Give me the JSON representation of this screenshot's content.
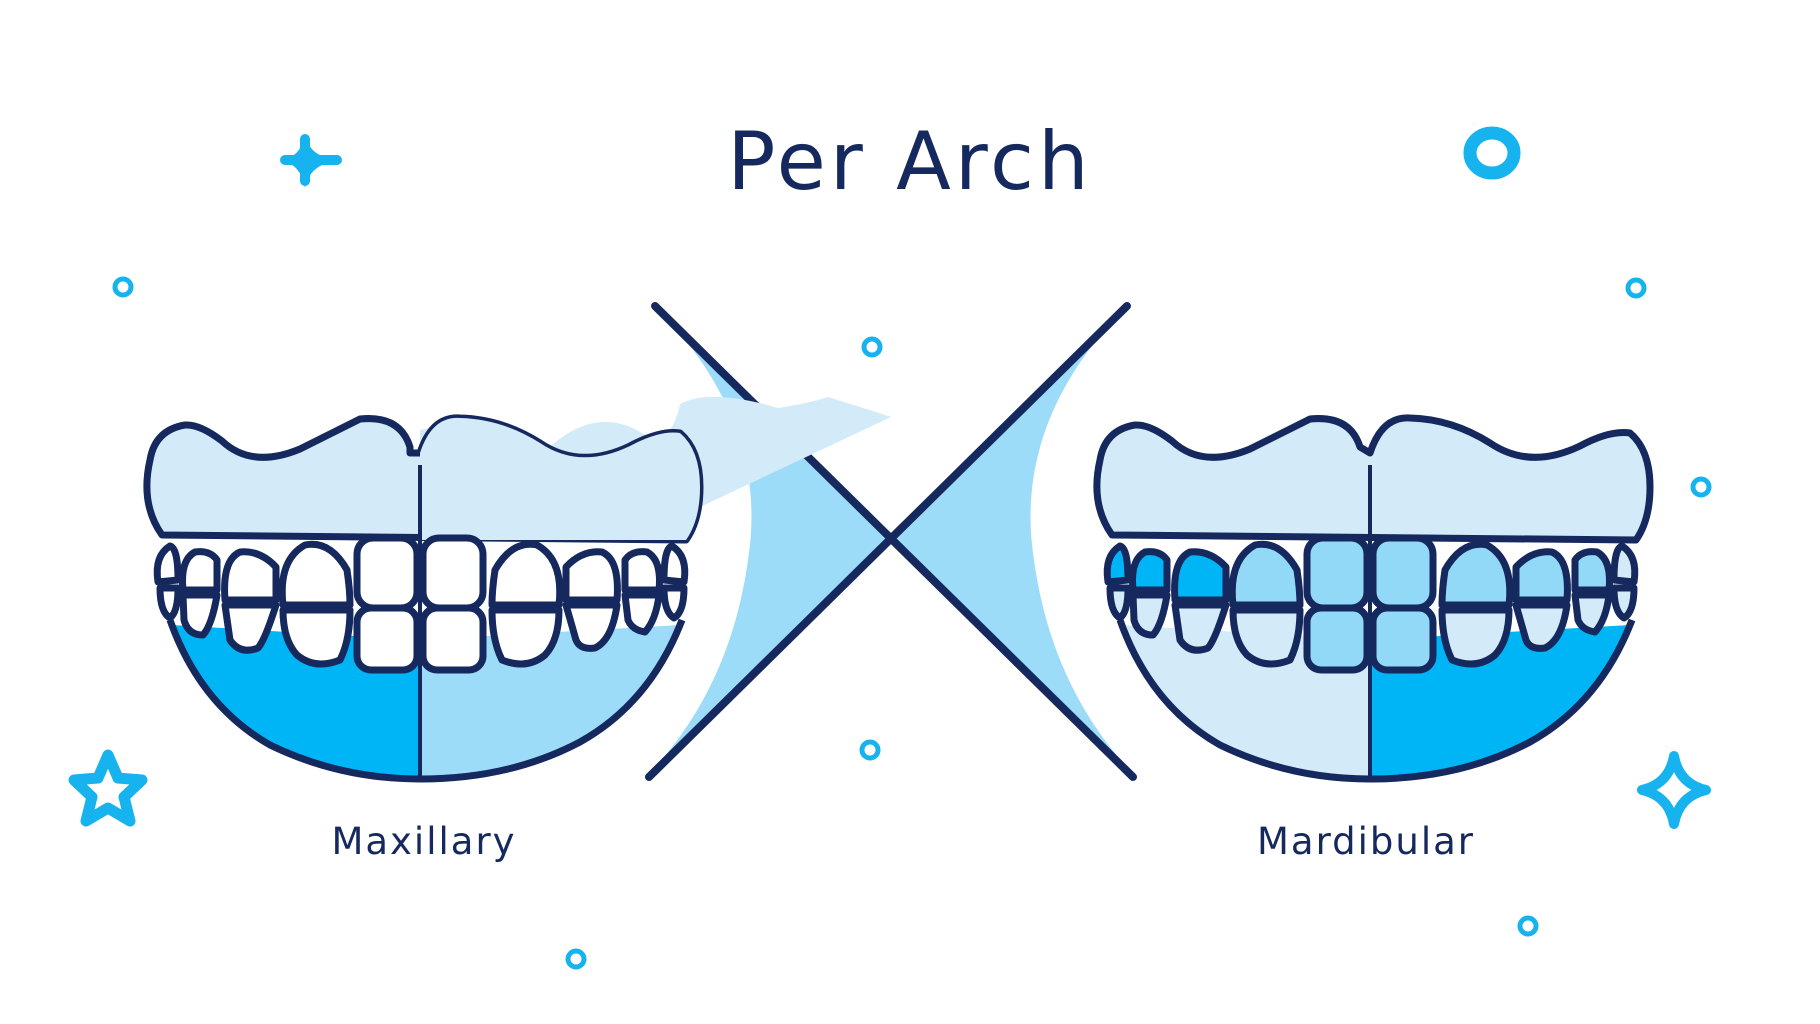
{
  "title": "Per Arch",
  "arches": [
    {
      "label": "Maxillary",
      "side": "left"
    },
    {
      "label": "Mardibular",
      "side": "right"
    }
  ],
  "colors": {
    "outline": "#15295e",
    "gum_light": "#d3ebf9",
    "gum_mid": "#9ddcf9",
    "accent": "#00b5f5",
    "tooth_tint": "#92d9f8",
    "tooth_white": "#ffffff"
  },
  "icons": [
    "plus-sparkle-icon",
    "ring-icon",
    "star-icon",
    "four-point-star-icon",
    "dot-circle-icon"
  ]
}
